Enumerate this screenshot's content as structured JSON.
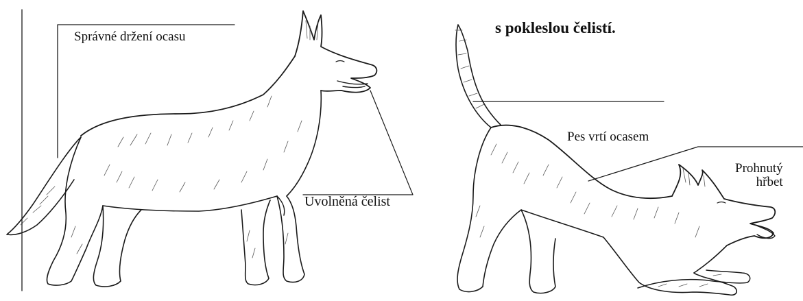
{
  "labels": {
    "tail_carriage": "Správné držení ocasu",
    "relaxed_jaw": "Uvolněná čelist",
    "drooping_jaw": "s pokleslou čelistí.",
    "tail_wagging": "Pes vrtí ocasem",
    "arched_back_line1": "Prohnutý",
    "arched_back_line2": "hřbet"
  },
  "illustrations": {
    "left_figure": "standing-dog",
    "right_figure": "play-bow-dog"
  },
  "colors": {
    "ink": "#1a1a1a",
    "paper": "#ffffff"
  }
}
